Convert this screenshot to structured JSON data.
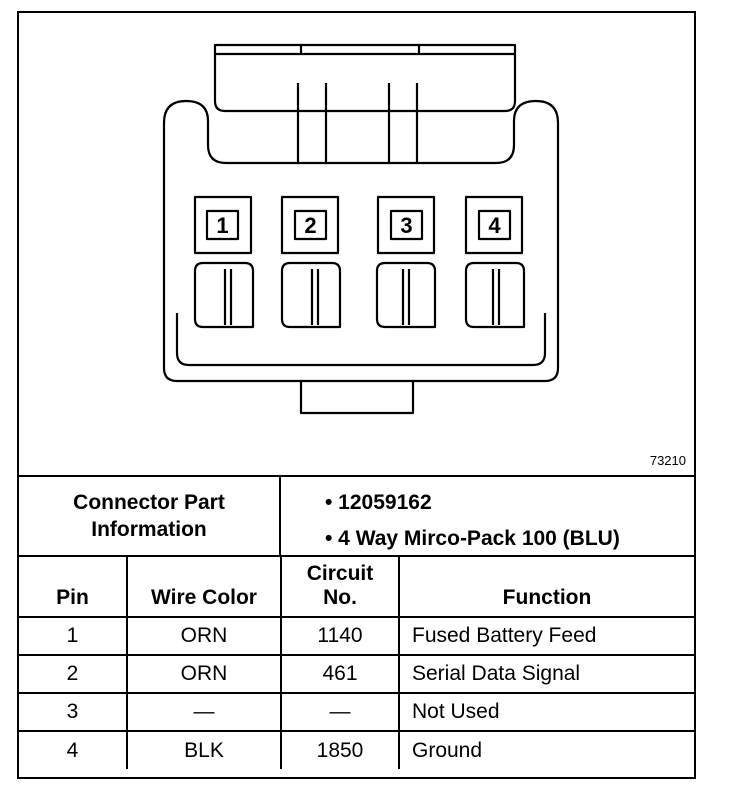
{
  "figure_number": "73210",
  "connector": {
    "pins": [
      "1",
      "2",
      "3",
      "4"
    ]
  },
  "info": {
    "label_line1": "Connector Part",
    "label_line2": "Information",
    "values": [
      "• 12059162",
      "• 4 Way Mirco-Pack 100 (BLU)"
    ]
  },
  "table": {
    "headers": {
      "pin": "Pin",
      "wire_color": "Wire Color",
      "circuit_line1": "Circuit",
      "circuit_line2": "No.",
      "function": "Function"
    },
    "rows": [
      {
        "pin": "1",
        "wire_color": "ORN",
        "circuit": "1140",
        "function": "Fused Battery Feed"
      },
      {
        "pin": "2",
        "wire_color": "ORN",
        "circuit": "461",
        "function": "Serial Data Signal"
      },
      {
        "pin": "3",
        "wire_color": "—",
        "circuit": "—",
        "function": "Not Used"
      },
      {
        "pin": "4",
        "wire_color": "BLK",
        "circuit": "1850",
        "function": "Ground"
      }
    ]
  }
}
